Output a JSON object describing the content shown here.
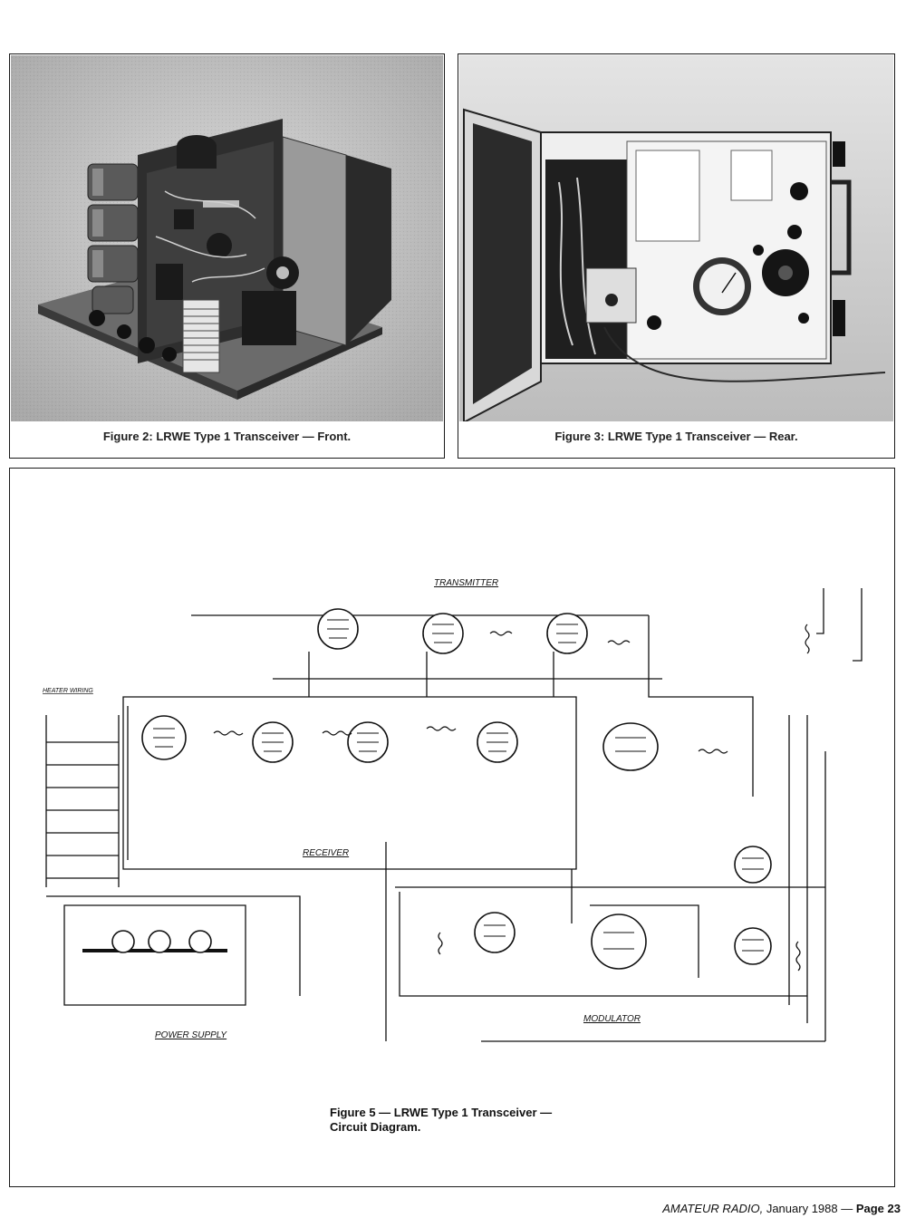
{
  "figure2": {
    "caption": "Figure 2: LRWE Type 1 Transceiver — Front."
  },
  "figure3": {
    "caption": "Figure 3: LRWE Type 1 Transceiver — Rear."
  },
  "figure5": {
    "caption_line1": "Figure 5 — LRWE Type 1 Transceiver —",
    "caption_line2": "Circuit Diagram.",
    "section_labels": {
      "transmitter": "TRANSMITTER",
      "receiver": "RECEIVER",
      "modulator": "MODULATOR",
      "power_supply": "POWER SUPPLY",
      "heater_wiring": "HEATER WIRING"
    }
  },
  "footer": {
    "publication": "AMATEUR RADIO,",
    "date": " January 1988 — ",
    "page": "Page 23"
  }
}
